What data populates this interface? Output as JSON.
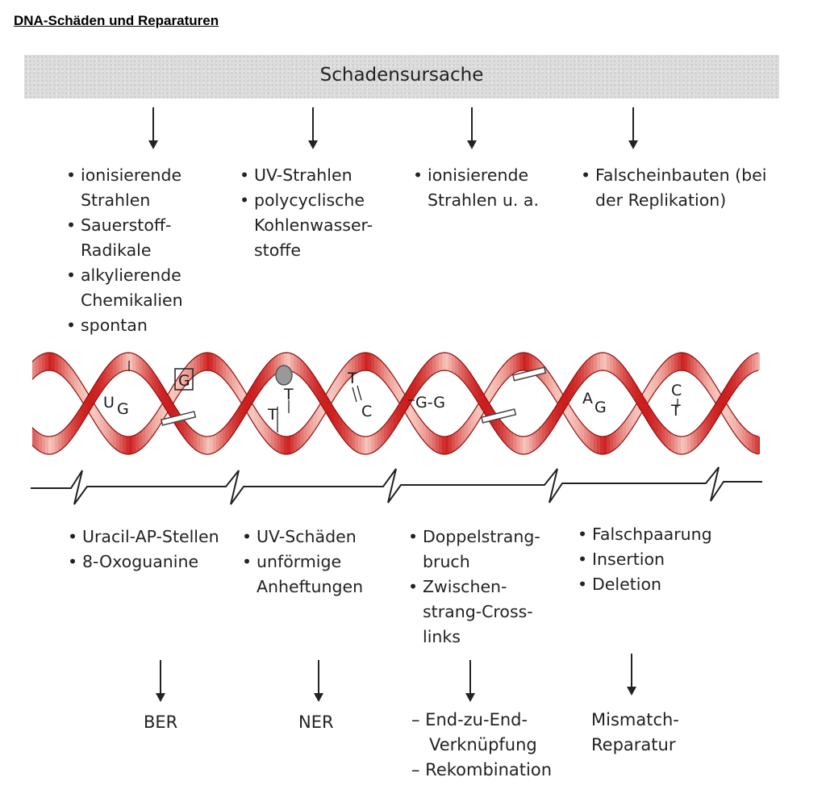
{
  "title": "DNA-Schäden und Reparaturen",
  "header": {
    "label": "Schadensursache"
  },
  "causes": [
    {
      "items": [
        "ionisierende Strahlen",
        "Sauerstoff-Radikale",
        "alkylierende Chemikalien",
        "spontan"
      ]
    },
    {
      "items": [
        "UV-Strahlen",
        "polycyclische Kohlenwasser-stoffe"
      ]
    },
    {
      "items": [
        "ionisierende Strahlen u. a."
      ]
    },
    {
      "items": [
        "Falscheinbauten (bei der Replikation)"
      ]
    }
  ],
  "dna_labels": [
    "U",
    "G",
    "G",
    "T",
    "T",
    "T",
    "C",
    "G-G",
    "A",
    "G",
    "C",
    "T"
  ],
  "damages": [
    {
      "items": [
        "Uracil-AP-Stellen",
        "8-Oxoguanine"
      ]
    },
    {
      "items": [
        "UV-Schäden",
        "unförmige Anheftungen"
      ]
    },
    {
      "items": [
        "Doppelstrang-bruch",
        "Zwischen-strang-Cross-links"
      ]
    },
    {
      "items": [
        "Falschpaarung",
        "Insertion",
        "Deletion"
      ]
    }
  ],
  "repairs": [
    {
      "lines": [
        "BER"
      ]
    },
    {
      "lines": [
        "NER"
      ]
    },
    {
      "lines": [
        "– End-zu-End-",
        "Verknüpfung",
        "– Rekombination"
      ]
    },
    {
      "lines": [
        "Mismatch-",
        "Reparatur"
      ]
    }
  ],
  "colors": {
    "strand_dark": "#cc1f1f",
    "strand_light": "#f3b8b0",
    "strand_edge": "#8e1010"
  }
}
